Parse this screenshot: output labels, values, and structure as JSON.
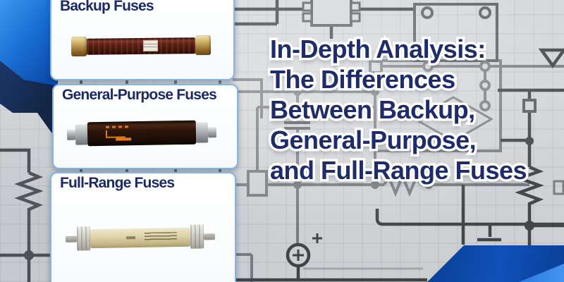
{
  "title": {
    "lines": [
      "In-Depth Analysis:",
      "The Differences",
      "Between Backup,",
      "General-Purpose,",
      "and Full-Range Fuses"
    ]
  },
  "cards": [
    {
      "label": "Backup Fuses"
    },
    {
      "label": "General-Purpose Fuses"
    },
    {
      "label": "Full-Range Fuses"
    }
  ],
  "colors": {
    "background": "#d3d5d7",
    "title_text": "#1f2c6a",
    "card_label": "#1b2a66",
    "schematic_dark": "#3a3d41",
    "schematic_mid": "#75797e",
    "accent_blue": "#1a6fd4",
    "accent_navy": "#15294e",
    "accent_bottom_blue": "#0f51b8",
    "fuse_backup_body": "#5a2013",
    "fuse_general_body": "#2c1509",
    "fuse_fullrange_body": "#ddd2a6"
  }
}
